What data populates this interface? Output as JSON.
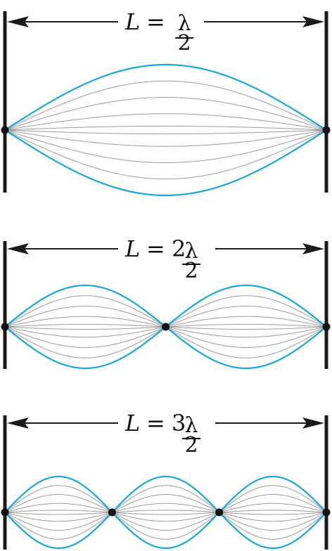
{
  "colors": {
    "envelope": "#1aa6d9",
    "intermediate": "#9a9a9a",
    "wall": "#1a1a1a",
    "node": "#111111",
    "text": "#111111"
  },
  "icons": {
    "arrow": "double-headed-arrow-icon",
    "node": "node-dot-icon",
    "wall": "fixed-end-wall-icon"
  },
  "modes": [
    {
      "n": 1,
      "label": {
        "var": "L",
        "eq": "=",
        "coef": "",
        "num": "λ",
        "den": "2"
      }
    },
    {
      "n": 2,
      "label": {
        "var": "L",
        "eq": "=",
        "coef": "2",
        "num": "λ",
        "den": "2"
      }
    },
    {
      "n": 3,
      "label": {
        "var": "L",
        "eq": "=",
        "coef": "3",
        "num": "λ",
        "den": "2"
      }
    }
  ]
}
